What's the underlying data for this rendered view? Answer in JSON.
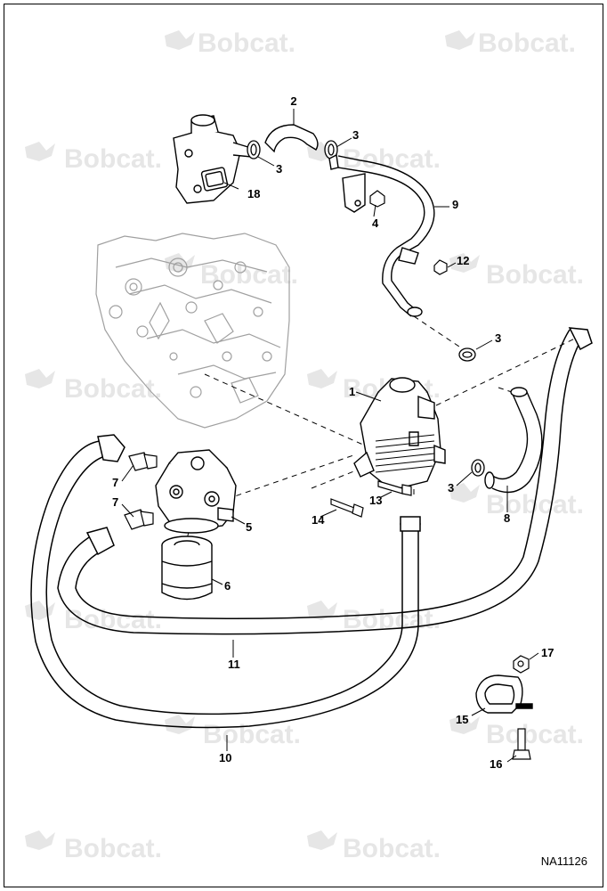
{
  "watermark": {
    "brand": "Bobcat",
    "brand_mark": "Bobcat."
  },
  "callouts": [
    "1",
    "2",
    "3",
    "3",
    "3",
    "3",
    "4",
    "5",
    "6",
    "7",
    "7",
    "8",
    "9",
    "10",
    "11",
    "12",
    "13",
    "14",
    "15",
    "16",
    "17",
    "18"
  ],
  "reference_code": "NA11126",
  "colors": {
    "line": "#000000",
    "watermark": "#e6e6e6",
    "background": "#ffffff"
  }
}
